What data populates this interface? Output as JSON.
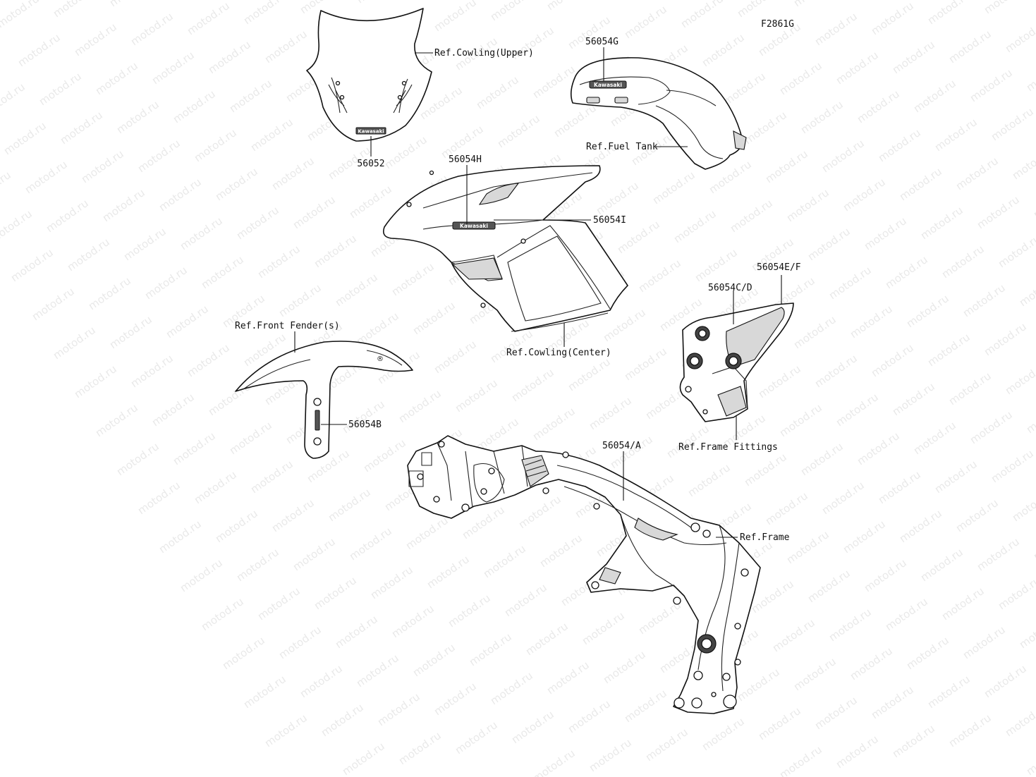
{
  "figure_code": "F2861G",
  "watermark": "motod.ru",
  "labels": {
    "cowling_upper_ref": "Ref.Cowling(Upper)",
    "part_56052": "56052",
    "part_56054G": "56054G",
    "fuel_tank_ref": "Ref.Fuel Tank",
    "part_56054H": "56054H",
    "part_56054I": "56054I",
    "cowling_center_ref": "Ref.Cowling(Center)",
    "front_fender_ref": "Ref.Front Fender(s)",
    "part_56054B": "56054B",
    "part_56054EF": "56054E/F",
    "part_56054CD": "56054C/D",
    "frame_fittings_ref": "Ref.Frame Fittings",
    "part_56054A": "56054/A",
    "frame_ref": "Ref.Frame"
  },
  "decal_text": "Kawasaki"
}
